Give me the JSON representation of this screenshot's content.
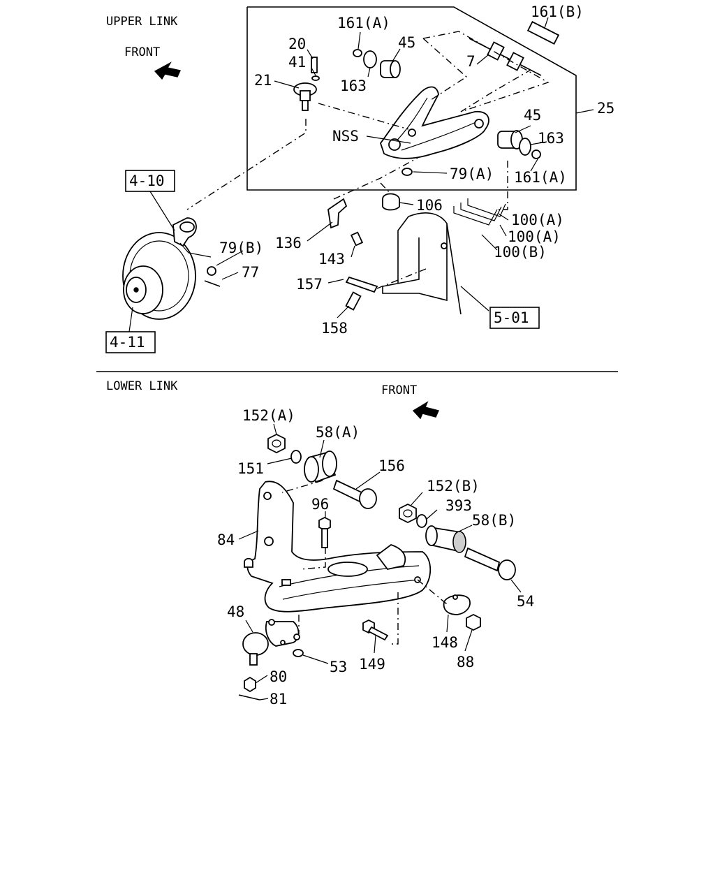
{
  "upper_section": {
    "title": "UPPER LINK",
    "front": "FRONT",
    "labels": {
      "p161B": "161(B)",
      "p161A_top": "161(A)",
      "p20": "20",
      "p41": "41",
      "p21": "21",
      "p45_top": "45",
      "p163_top": "163",
      "p7": "7",
      "p25": "25",
      "nss": "NSS",
      "p45_right": "45",
      "p163_right": "163",
      "p79A": "79(A)",
      "p161A_right": "161(A)",
      "p106": "106",
      "p100A_1": "100(A)",
      "p100A_2": "100(A)",
      "p100B": "100(B)",
      "p136": "136",
      "p143": "143",
      "p79B": "79(B)",
      "p77": "77",
      "p157": "157",
      "p158": "158"
    },
    "refs": {
      "r410": "4-10",
      "r411": "4-11",
      "r501": "5-01"
    }
  },
  "lower_section": {
    "title": "LOWER LINK",
    "front": "FRONT",
    "labels": {
      "p152A": "152(A)",
      "p58A": "58(A)",
      "p151": "151",
      "p156": "156",
      "p152B": "152(B)",
      "p393": "393",
      "p58B": "58(B)",
      "p96": "96",
      "p84": "84",
      "p54": "54",
      "p48": "48",
      "p53": "53",
      "p149": "149",
      "p148": "148",
      "p88": "88",
      "p80": "80",
      "p81": "81"
    }
  }
}
